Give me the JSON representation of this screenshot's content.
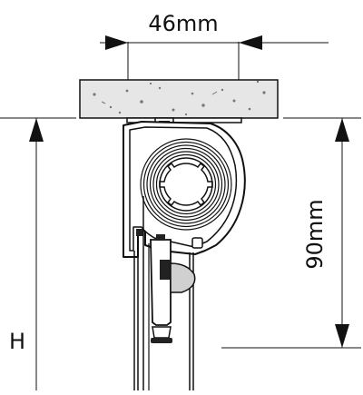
{
  "labels": {
    "width_dimension": "46mm",
    "height_dimension": "90mm",
    "overall_height": "H"
  },
  "colors": {
    "line": "#111111",
    "ceiling_fill": "#e6e6e6",
    "housing_fill": "#ffffff",
    "dark_part": "#222222",
    "handle_fill": "#d0d0d0",
    "background": "#ffffff"
  }
}
